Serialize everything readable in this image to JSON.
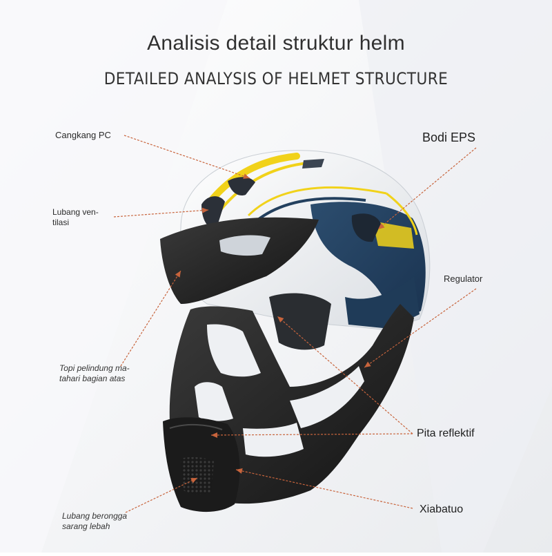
{
  "title": "Analisis detail struktur helm",
  "subtitle": "DETAILED ANALYSIS OF HELMET STRUCTURE",
  "labels": {
    "pc_shell": "Cangkang PC",
    "eps_body": "Bodi EPS",
    "vent_line1": "Lubang ven-",
    "vent_line2": "tilasi",
    "regulator": "Regulator",
    "visor_line1": "Topi pelindung ma-",
    "visor_line2": "tahari bagian atas",
    "reflective": "Pita reflektif",
    "chin": "Xiabatuo",
    "honeycomb_line1": "Lubang berongga",
    "honeycomb_line2": "sarang lebah"
  },
  "colors": {
    "leader_line": "#c8643c",
    "shell_white": "#f2f3f5",
    "shell_navy": "#23405e",
    "stripe_yellow": "#f1d21a",
    "visor_black": "#262626",
    "chin_black": "#1d1d1d"
  }
}
